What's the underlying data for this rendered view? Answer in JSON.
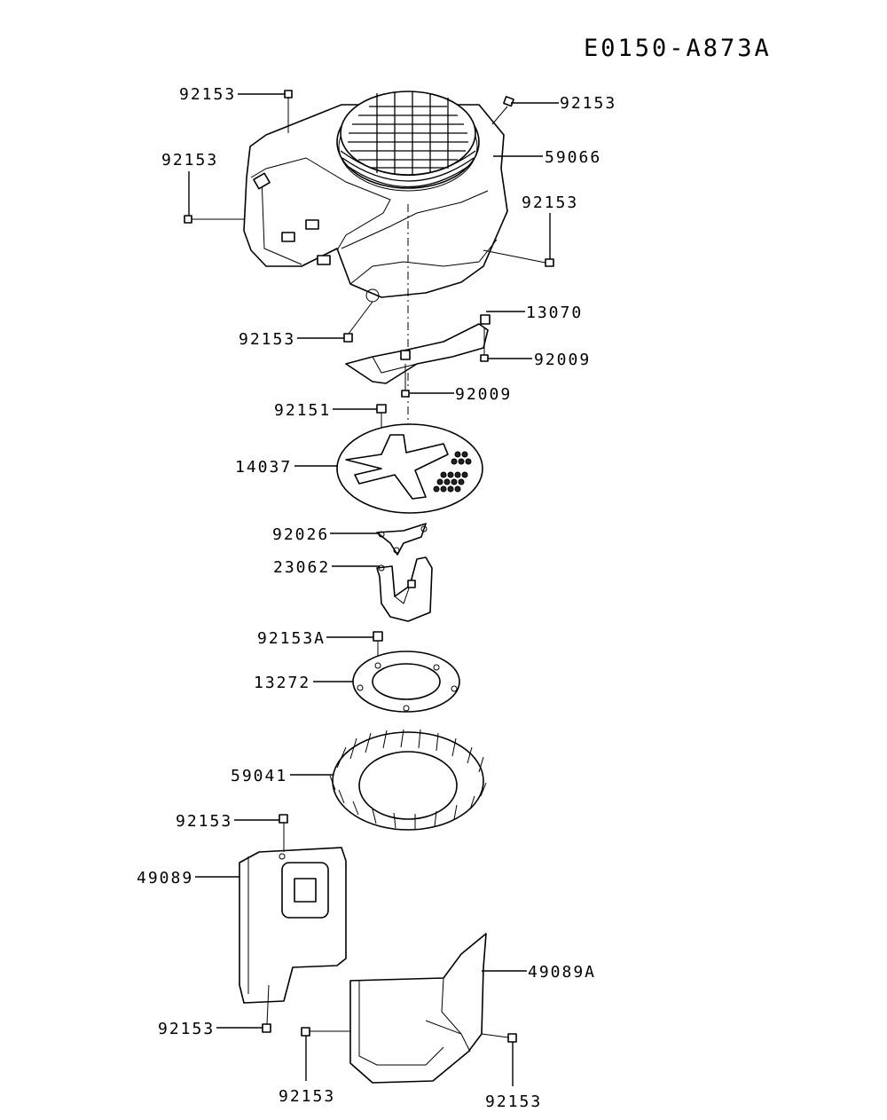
{
  "diagram_code": "E0150-A873A",
  "callouts": [
    {
      "id": "c1",
      "text": "92153"
    },
    {
      "id": "c2",
      "text": "92153"
    },
    {
      "id": "c3",
      "text": "59066"
    },
    {
      "id": "c4",
      "text": "92153"
    },
    {
      "id": "c5",
      "text": "92153"
    },
    {
      "id": "c6",
      "text": "92153"
    },
    {
      "id": "c7",
      "text": "13070"
    },
    {
      "id": "c8",
      "text": "92009"
    },
    {
      "id": "c9",
      "text": "92009"
    },
    {
      "id": "c10",
      "text": "92151"
    },
    {
      "id": "c11",
      "text": "14037"
    },
    {
      "id": "c12",
      "text": "92026"
    },
    {
      "id": "c13",
      "text": "23062"
    },
    {
      "id": "c14",
      "text": "92153A"
    },
    {
      "id": "c15",
      "text": "13272"
    },
    {
      "id": "c16",
      "text": "59041"
    },
    {
      "id": "c17",
      "text": "92153"
    },
    {
      "id": "c18",
      "text": "49089"
    },
    {
      "id": "c19",
      "text": "49089A"
    },
    {
      "id": "c20",
      "text": "92153"
    },
    {
      "id": "c21",
      "text": "92153"
    },
    {
      "id": "c22",
      "text": "92153"
    }
  ]
}
